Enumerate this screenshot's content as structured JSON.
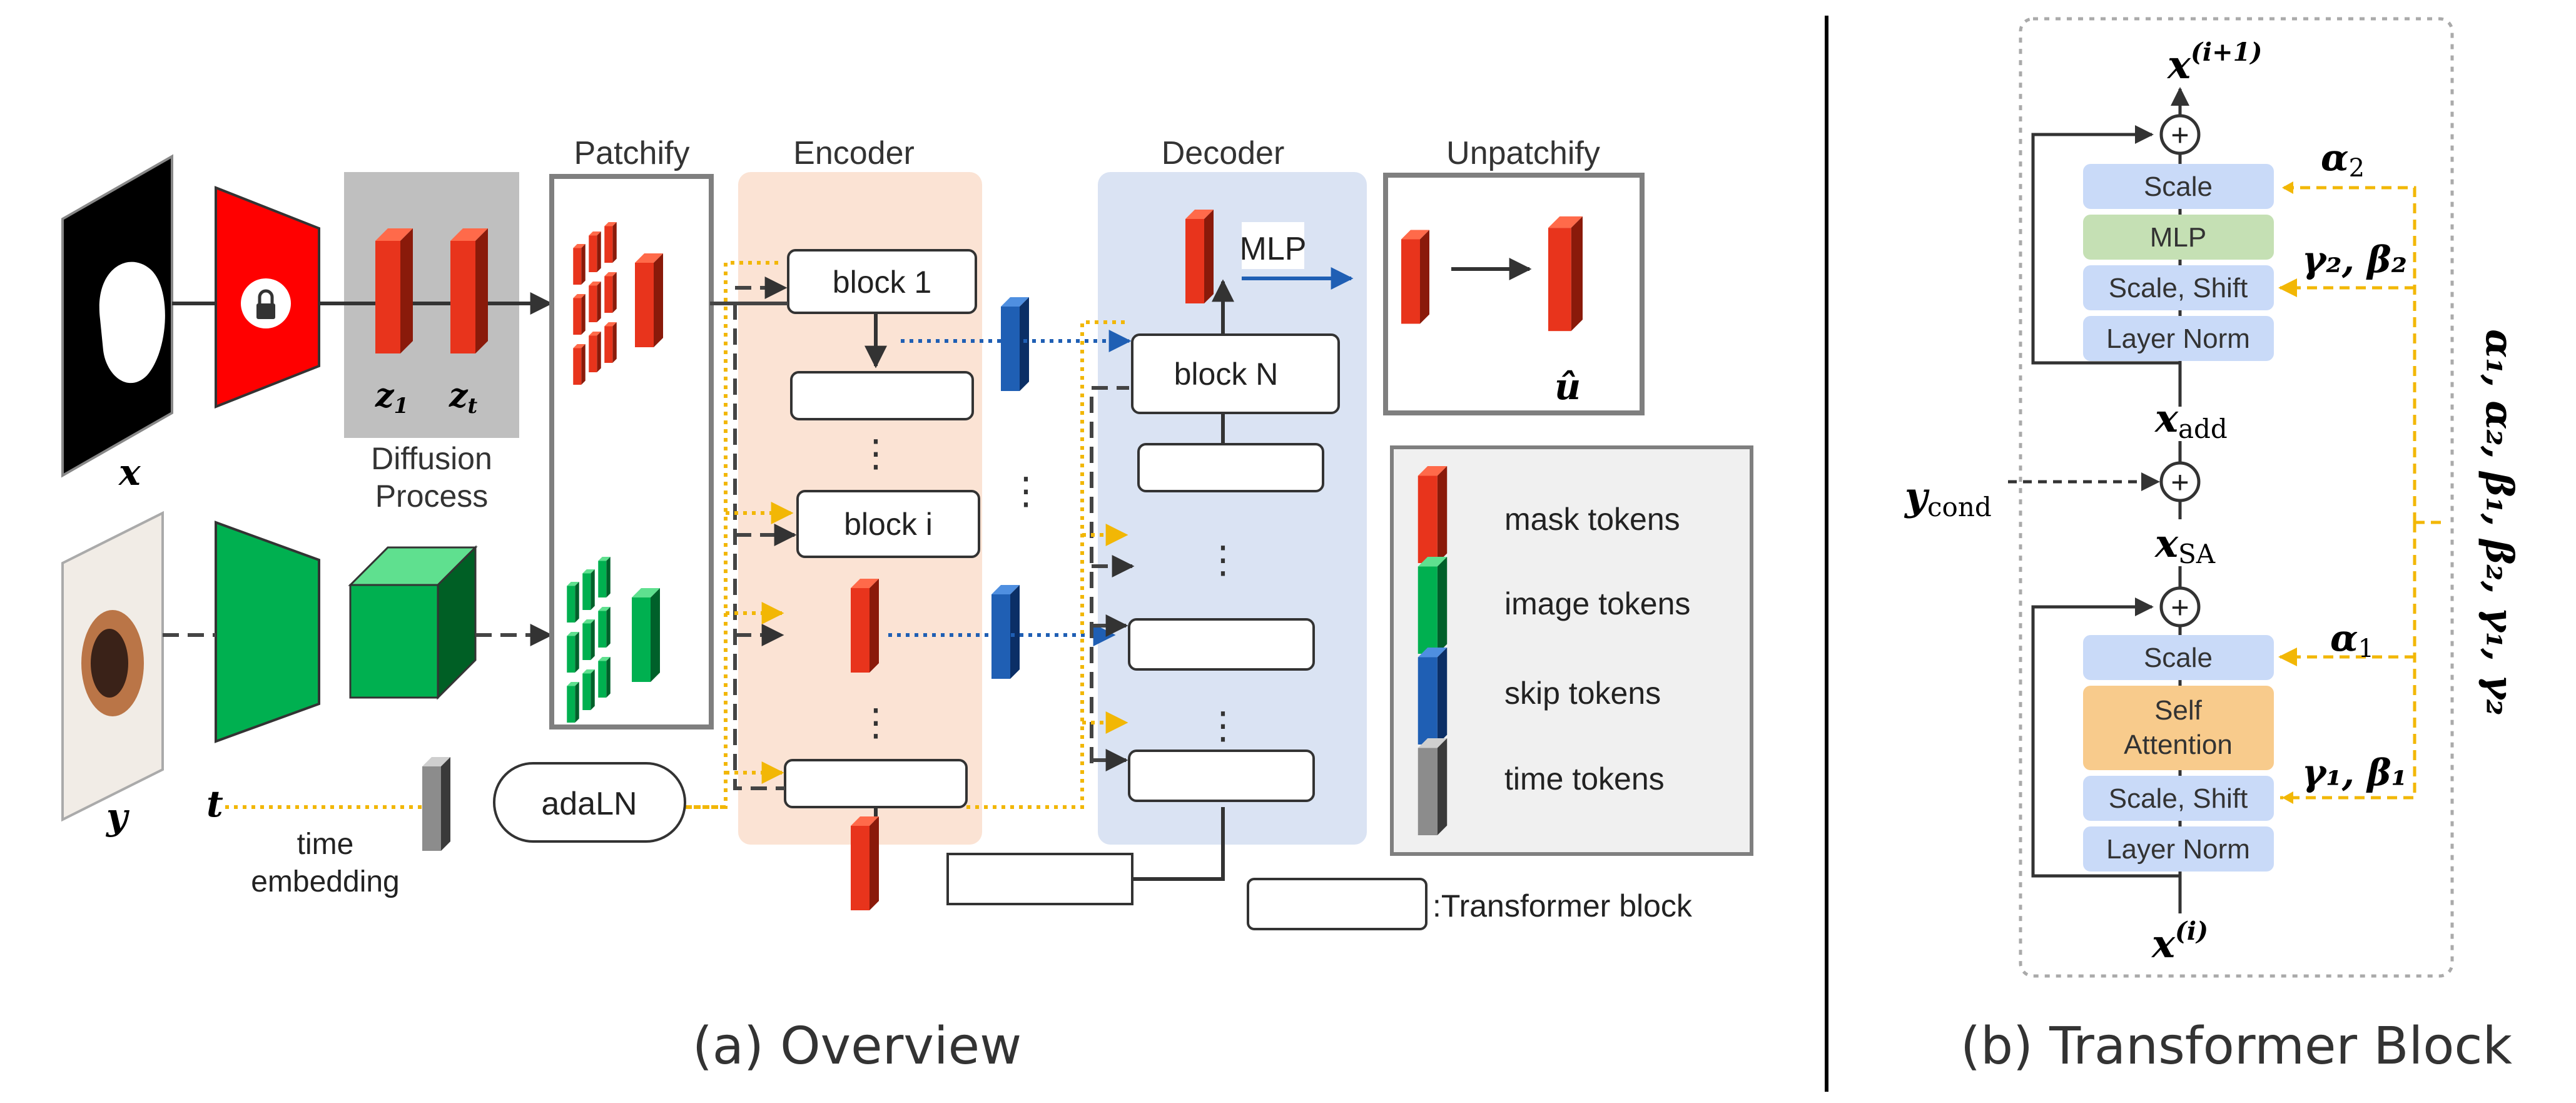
{
  "overview": {
    "caption": "(a) Overview",
    "input_x": "x",
    "input_y": "y",
    "input_t": "t",
    "z1": "z",
    "z1_sub": "1",
    "zt": "z",
    "zt_sub": "t",
    "diffusion_label_1": "Diffusion",
    "diffusion_label_2": "Process",
    "patchify": "Patchify",
    "encoder": "Encoder",
    "decoder": "Decoder",
    "unpatchify": "Unpatchify",
    "block1": "block 1",
    "blocki": "block i",
    "blockN": "block N",
    "mlp": "MLP",
    "u_hat": "û",
    "adaln": "adaLN",
    "time_embedding_1": "time",
    "time_embedding_2": "embedding",
    "transformer_block_legend": ":Transformer block",
    "dots": "⋮",
    "legend": {
      "mask": "mask tokens",
      "image": "image tokens",
      "skip": "skip tokens",
      "time": "time tokens"
    },
    "colors": {
      "mask": "#e8341c",
      "image": "#00b050",
      "skip": "#1f5fb4",
      "time": "#8c8c8c",
      "encoder_bg": "#fbe3d4",
      "decoder_bg": "#dae3f3",
      "yellow": "#f2b705",
      "blue_dotted": "#1f5fb4"
    }
  },
  "transformer": {
    "caption": "(b) Transformer Block",
    "x_next": "x",
    "x_next_sup": "(i+1)",
    "x_in": "x",
    "x_in_sup": "(i)",
    "x_add": "x",
    "x_add_sub": "add",
    "x_sa": "x",
    "x_sa_sub": "SA",
    "y_cond": "y",
    "y_cond_sub": "cond",
    "alpha2": "α",
    "alpha2_sub": "2",
    "gamma2_beta2": "γ₂, β₂",
    "alpha1": "α",
    "alpha1_sub": "1",
    "gamma1_beta1": "γ₁, β₁",
    "params": "α₁, α₂, β₁, β₂, γ₁, γ₂",
    "scale_top": "Scale",
    "mlp": "MLP",
    "scale_shift_top": "Scale, Shift",
    "layer_norm_top": "Layer Norm",
    "scale_bottom": "Scale",
    "self_attention_1": "Self",
    "self_attention_2": "Attention",
    "scale_shift_bottom": "Scale, Shift",
    "layer_norm_bottom": "Layer Norm",
    "plus": "+",
    "colors": {
      "blue_box": "#c9daf8",
      "green_box": "#c5e0b4",
      "orange_box": "#f8cb8c"
    }
  }
}
